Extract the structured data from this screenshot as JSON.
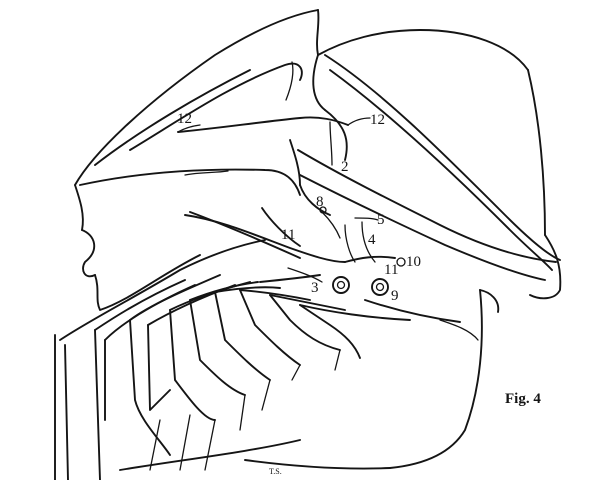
{
  "figure": {
    "caption": "Fig. 4",
    "signature": "T.S.",
    "labels": {
      "l12_left": "12",
      "l12_right": "12",
      "l2": "2",
      "l8": "8",
      "l5": "5",
      "l4": "4",
      "l11_left": "11",
      "l11_right": "11",
      "l10": "10",
      "l3": "3",
      "l9": "9"
    }
  }
}
